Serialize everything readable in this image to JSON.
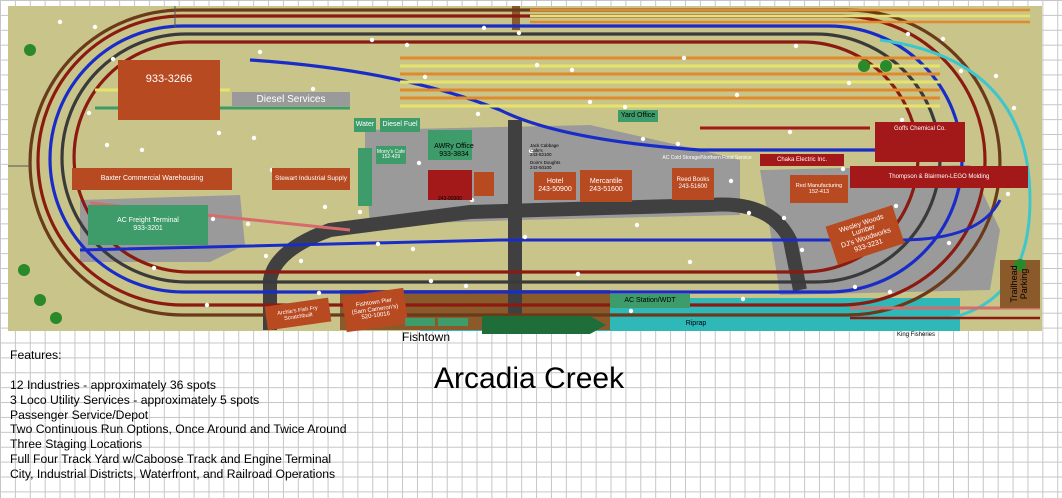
{
  "title": "Arcadia Creek",
  "features_heading": "Features:",
  "features": [
    "12 Industries - approximately 36 spots",
    "3 Loco Utility Services - approximately 5 spots",
    "Passenger Service/Depot",
    "Two Continuous Run Options, Once Around and Twice Around",
    "Three Staging Locations",
    "Full Four Track Yard w/Caboose Track and Engine Terminal",
    "City, Industrial Districts, Waterfront,  and Railroad Operations"
  ],
  "district_label": "Fishtown",
  "labels": {
    "phone_top": "933-3266",
    "diesel_services": "Diesel Services",
    "water": "Water",
    "diesel_fuel": "Diesel Fuel",
    "awry_office": "AWRy Office\n933-3834",
    "yard_office": "Yard Office",
    "baxter": "Baxter Commercial Warehousing",
    "stewart": "Stewart Industrial Supply",
    "freight_terminal": "AC Freight Terminal\n933-3201",
    "hotel": "Hotel\n243-50900",
    "mercantile": "Mercantile\n243-51600",
    "reed_books": "Reed Books\n243-51600",
    "chaka_electric": "Chaka Electric Inc.",
    "goffs_chemical": "Goffs Chemical Co.",
    "thompson": "Thompson & Blairmen-LEGO Molding",
    "wesley_woods": "Wesley Woods Lumber\nDJ's Woodworks\n933-3231",
    "fishtown_pier": "Fishtown Pier\n(Sam Cameron's)\n520-10016",
    "archies": "Archie's Fish Fry\nScratchbuilt",
    "ac_station": "AC Station/WDT",
    "riprap": "Riprap",
    "king_fisheries": "King Fisheries",
    "trailhead": "Trailhead\nParking",
    "city_storage": "AC Cold Storage/Northern Food Service",
    "morrys_cafe": "Morry's Cafe\n152-429",
    "ret_manufacturing": "Red Manufacturing\n152-413",
    "small_243": "243-99300",
    "small_col": "Jack Cabbage\nCafe's\n243-52100",
    "small_2": "Doin's Doughts\n243-50100"
  },
  "colors": {
    "board": "#c9c58a",
    "track_outer": "#8b1a10",
    "track_blue": "#1a2cc8",
    "track_cyan": "#3fc6cc",
    "track_brown": "#6b3a1a",
    "track_gray": "#3a3a3a",
    "yard_orange": "#e08a2c",
    "yard_yellow": "#e7e26b",
    "road": "#404040",
    "lot": "#9a9a9a",
    "building_brown": "#b84a22",
    "building_red": "#a31818",
    "building_green": "#3d9c6a",
    "water": "#2fb8b8",
    "ship": "#1f6e3a"
  }
}
